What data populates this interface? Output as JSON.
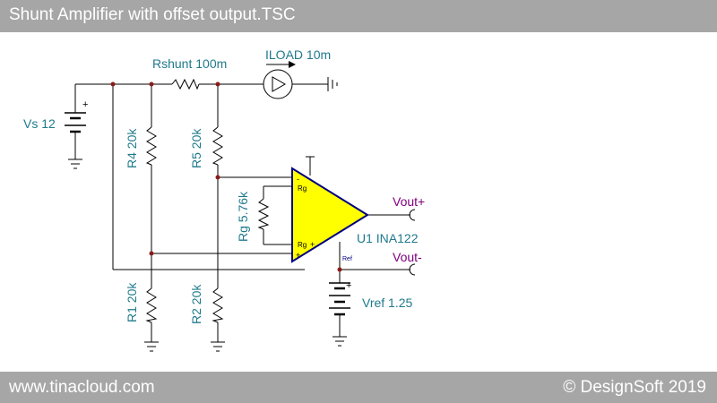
{
  "window": {
    "title": "Shunt Amplifier with offset output.TSC"
  },
  "footer": {
    "website": "www.tinacloud.com",
    "copyright": "© DesignSoft 2019"
  },
  "components": {
    "vs": "Vs 12",
    "rshunt": "Rshunt 100m",
    "iload": "ILOAD 10m",
    "r4": "R4 20k",
    "r5": "R5 20k",
    "rg": "Rg 5.76k",
    "r1": "R1 20k",
    "r2": "R2 20k",
    "u1": "U1 INA122",
    "vref": "Vref 1.25",
    "vout_plus": "Vout+",
    "vout_minus": "Vout-"
  },
  "pins": {
    "rg_top": "Rg",
    "rg_bottom": "Rg",
    "ref": "Ref",
    "minus": "-",
    "plus": "+",
    "battery_plus": "+",
    "vref_plus": "+"
  },
  "colors": {
    "wire": "#000000",
    "component_label": "#1f7a8c",
    "port_label": "#800080",
    "opamp_fill": "#ffff00",
    "opamp_outline": "#000080",
    "title_bar": "#a6a6a6"
  }
}
